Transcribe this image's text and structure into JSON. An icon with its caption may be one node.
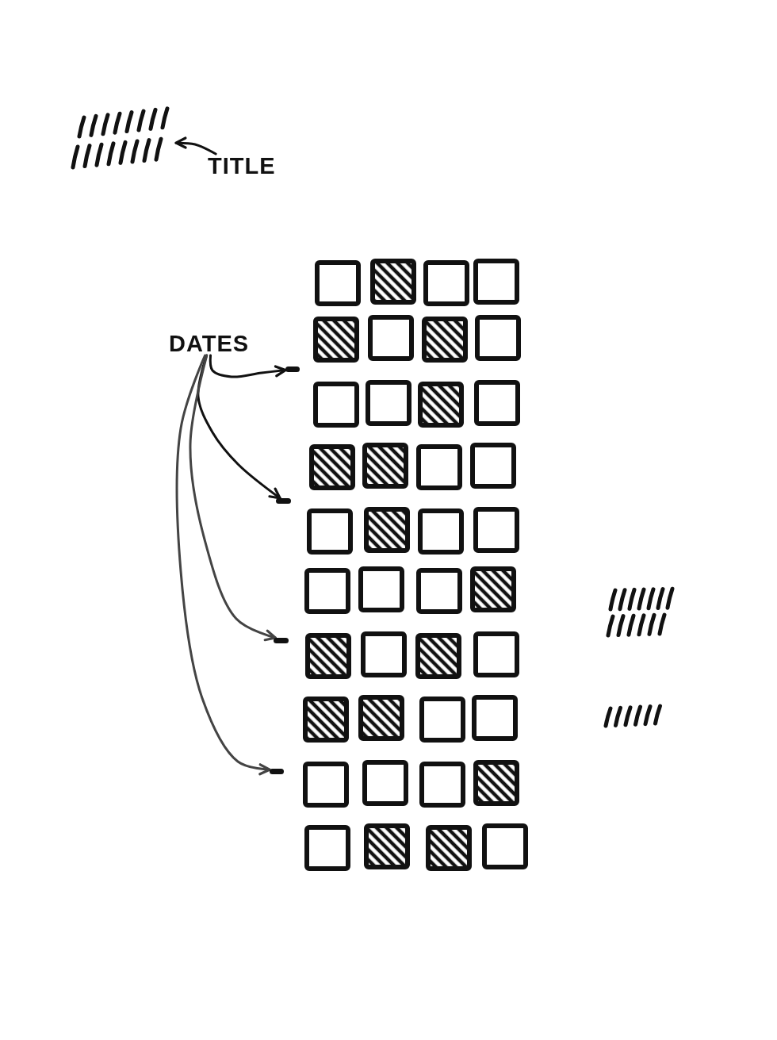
{
  "diagram": {
    "nodes": [
      {
        "text": [],
        "shape": "picture"
      },
      {
        "text": [
          "TITLE"
        ]
      },
      {
        "text": [
          "DATES"
        ]
      },
      {
        "text": [],
        "shape": "bar"
      },
      {
        "text": [],
        "shape": "bar"
      },
      {
        "text": [],
        "shape": "bar"
      },
      {
        "text": [],
        "shape": "bar"
      }
    ],
    "edges": [
      {
        "from": 1,
        "to": 0,
        "arrow": "to"
      },
      {
        "from": 2,
        "to": 3,
        "arrow": "to"
      },
      {
        "from": 2,
        "to": 4,
        "arrow": "to"
      },
      {
        "from": 2,
        "to": 5,
        "arrow": "to",
        "color": "#444444"
      },
      {
        "from": 2,
        "to": 6,
        "arrow": "to",
        "color": "#444444"
      }
    ]
  }
}
